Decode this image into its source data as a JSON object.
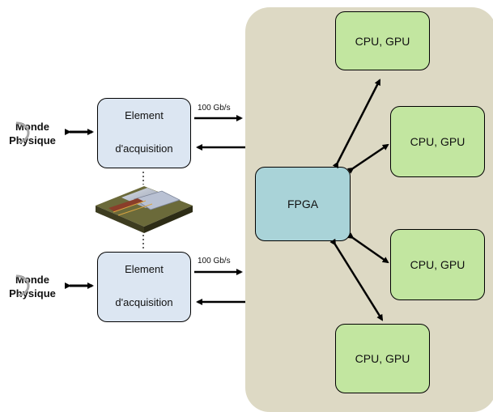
{
  "cpu_boxes": [
    {
      "label": "CPU, GPU"
    },
    {
      "label": "CPU, GPU"
    },
    {
      "label": "CPU, GPU"
    },
    {
      "label": "CPU, GPU"
    }
  ],
  "fpga": {
    "label": "FPGA"
  },
  "acquisition": [
    {
      "line1": "Element",
      "line2": "d'acquisition",
      "rate": "100 Gb/s"
    },
    {
      "line1": "Element",
      "line2": "d'acquisition",
      "rate": "100 Gb/s"
    }
  ],
  "monde": [
    {
      "line1": "Monde",
      "line2": "Physique"
    },
    {
      "line1": "Monde",
      "line2": "Physique"
    }
  ],
  "colors": {
    "panel": "#ddd9c4",
    "cpu": "#c2e6a0",
    "fpga": "#a9d3d8",
    "acquisition": "#dce6f2"
  },
  "icons": [
    "circular-arrow-icon",
    "chip-icon"
  ]
}
